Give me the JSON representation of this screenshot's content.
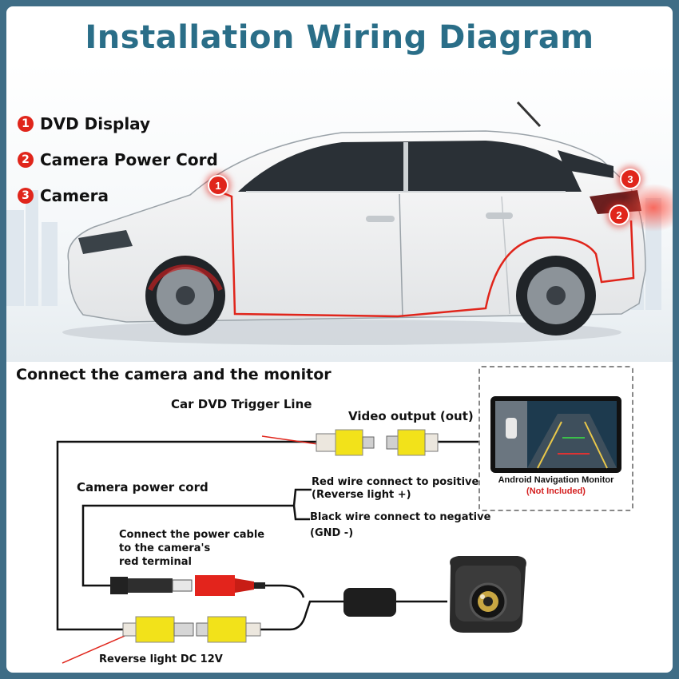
{
  "title": "Installation Wiring Diagram",
  "legend": [
    {
      "num": "1",
      "label": "DVD Display"
    },
    {
      "num": "2",
      "label": "Camera Power Cord"
    },
    {
      "num": "3",
      "label": "Camera"
    }
  ],
  "markers": {
    "m1": "1",
    "m2": "2",
    "m3": "3"
  },
  "section_title": "Connect the camera and the monitor",
  "labels": {
    "trigger": "Car DVD Trigger Line",
    "video_out": "Video output (out)",
    "power_cord": "Camera power cord",
    "red_wire_1": "Red wire connect to positive",
    "red_wire_2": "(Reverse light +)",
    "black_wire_1": "Black wire connect to negative",
    "black_wire_2": "(GND -)",
    "connect_power_1": "Connect the power cable",
    "connect_power_2": "to the camera's",
    "connect_power_3": "red terminal",
    "reverse_light": "Reverse light DC 12V"
  },
  "monitor": {
    "name": "Android Navigation Monitor",
    "note": "(Not Included)"
  },
  "colors": {
    "title": "#2a6e88",
    "accent_red": "#e0251b",
    "rca_yellow": "#f2e21a",
    "frame": "#3f6d86"
  }
}
